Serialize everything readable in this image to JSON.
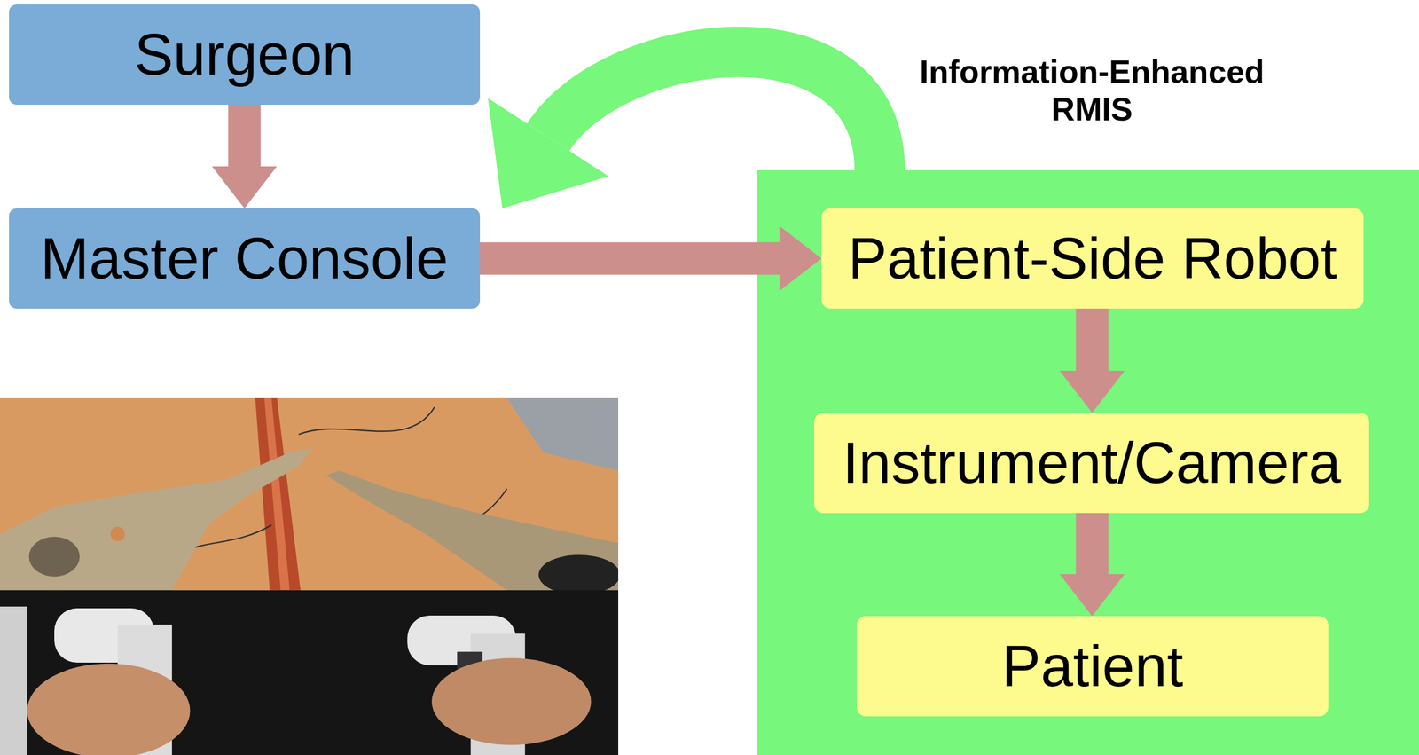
{
  "diagram": {
    "nodes": [
      {
        "text": [
          "Surgeon"
        ]
      },
      {
        "text": [
          "Master Console"
        ]
      },
      {
        "text": [
          "Information-Enhanced RMIS"
        ]
      },
      {
        "text": [
          "Patient-Side Robot"
        ],
        "in": 2
      },
      {
        "text": [
          "Instrument/Camera"
        ],
        "in": 2
      },
      {
        "text": [
          "Patient"
        ],
        "in": 2
      }
    ],
    "edges": [
      {
        "from": 0,
        "to": 1,
        "arrow": "to"
      },
      {
        "from": 1,
        "to": 3,
        "arrow": "to"
      },
      {
        "from": 3,
        "to": 4,
        "arrow": "to"
      },
      {
        "from": 4,
        "to": 5,
        "arrow": "to"
      },
      {
        "from": 2,
        "to": 1,
        "arrow": "to"
      }
    ]
  }
}
